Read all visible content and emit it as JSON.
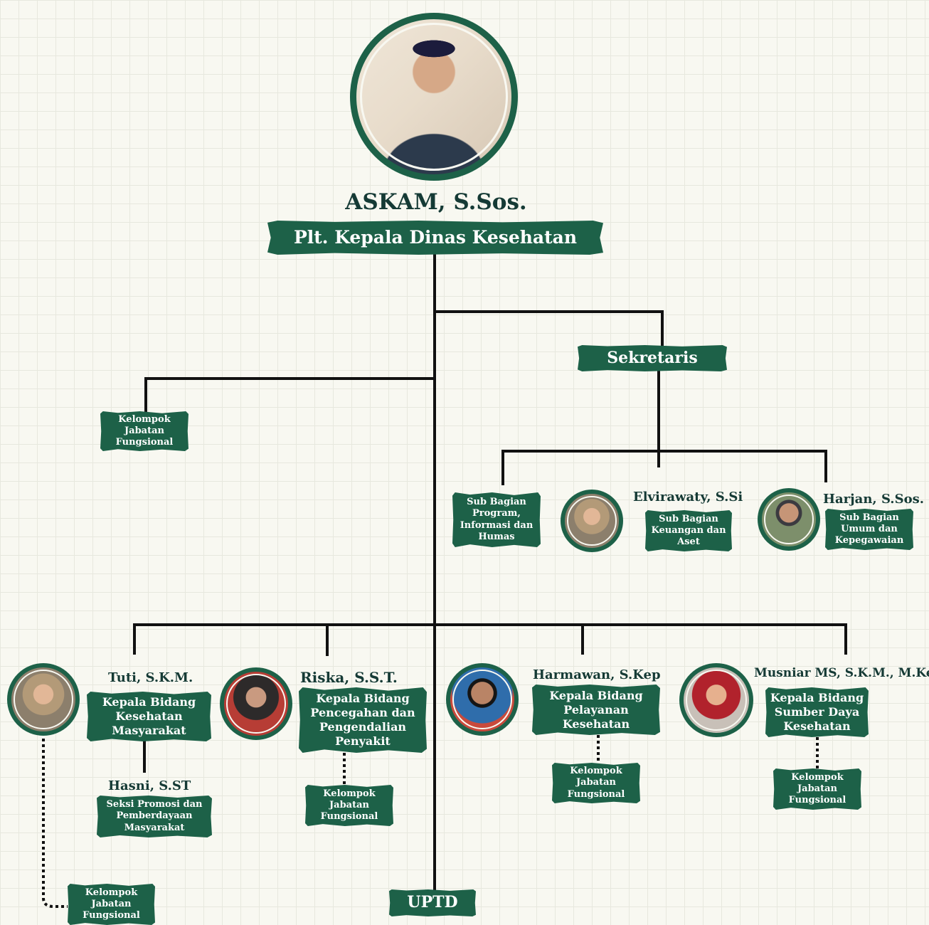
{
  "head": {
    "name": "ASKAM, S.Sos.",
    "title": "Plt. Kepala Dinas Kesehatan"
  },
  "sekretaris": {
    "label": "Sekretaris"
  },
  "kjf_top": "Kelompok Jabatan Fungsional",
  "subbag": {
    "program": {
      "label": "Sub Bagian Program, Informasi dan Humas"
    },
    "keuangan": {
      "name": "Elvirawaty, S.Si",
      "label": "Sub Bagian Keuangan dan Aset"
    },
    "umum": {
      "name": "Harjan, S.Sos.",
      "label": "Sub Bagian Umum dan Kepegawaian"
    }
  },
  "bidang": {
    "kesmas": {
      "name": "Tuti, S.K.M.",
      "label": "Kepala Bidang Kesehatan Masyarakat",
      "seksi_name": "Hasni, S.ST",
      "seksi_label": "Seksi Promosi dan Pemberdayaan Masyarakat",
      "kjf": "Kelompok Jabatan Fungsional"
    },
    "p2p": {
      "name": "Riska, S.S.T.",
      "label": "Kepala Bidang Pencegahan dan Pengendalian Penyakit",
      "kjf": "Kelompok Jabatan Fungsional"
    },
    "yankes": {
      "name": "Harmawan, S.Kep",
      "label": "Kepala Bidang Pelayanan Kesehatan",
      "kjf": "Kelompok Jabatan Fungsional"
    },
    "sdk": {
      "name": "Musniar MS, S.K.M., M.Kes.",
      "label": "Kepala Bidang Sumber Daya Kesehatan",
      "kjf": "Kelompok Jabatan Fungsional"
    }
  },
  "uptd": {
    "label": "UPTD"
  },
  "colors": {
    "box": "#1d6148",
    "text_dark": "#153a35",
    "line": "#111111",
    "grid": "#e7e8de"
  },
  "icons": [
    "head-photo",
    "person-photo"
  ]
}
